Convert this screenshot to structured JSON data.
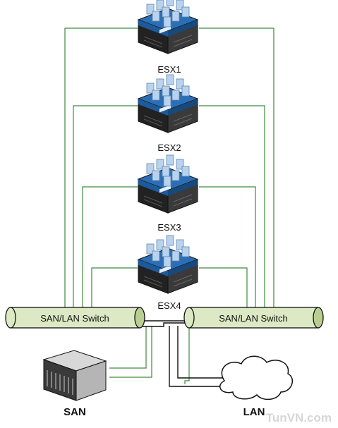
{
  "hosts": [
    {
      "id": "esx1",
      "label": "ESX1"
    },
    {
      "id": "esx2",
      "label": "ESX2"
    },
    {
      "id": "esx3",
      "label": "ESX3"
    },
    {
      "id": "esx4",
      "label": "ESX4"
    }
  ],
  "switches": {
    "left": {
      "label": "SAN/LAN Switch"
    },
    "right": {
      "label": "SAN/LAN Switch"
    }
  },
  "storage": {
    "label": "SAN"
  },
  "network": {
    "label": "LAN"
  },
  "watermark": {
    "text": "TunVN.com"
  },
  "colors": {
    "link_green": "#3c8a3c",
    "link_black": "#111111",
    "switch_fill": "#dde9c4",
    "switch_cap": "#b9cf92",
    "server_blue": "#1d5a99",
    "vm_blue": "#b9d3ee"
  }
}
